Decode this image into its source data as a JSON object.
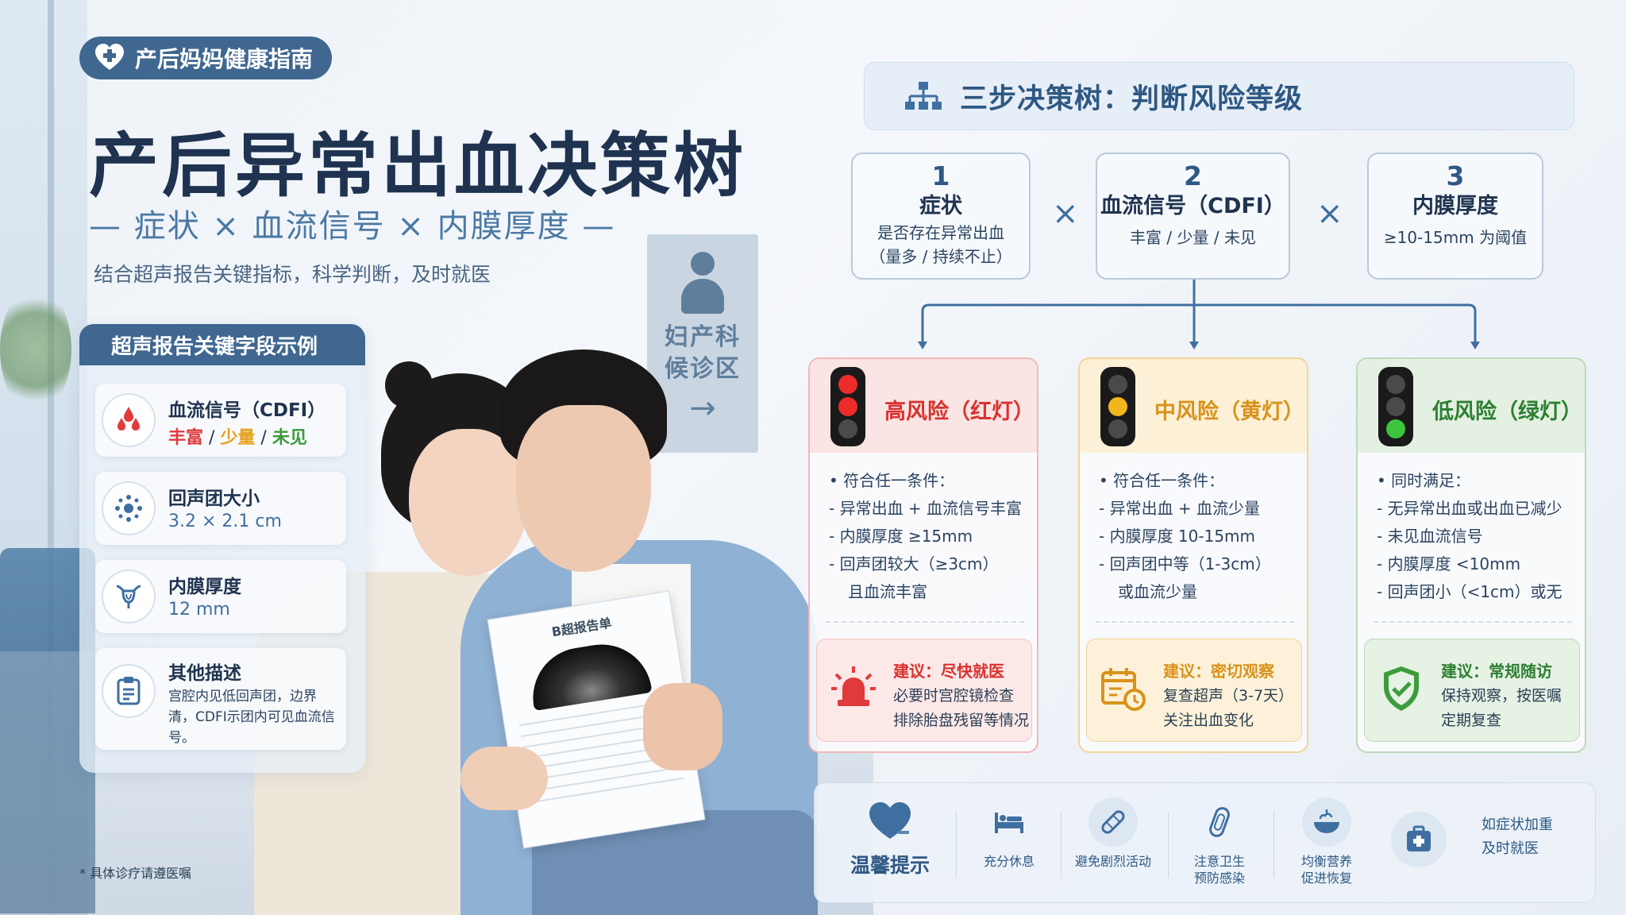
{
  "badge": {
    "label": "产后妈妈健康指南"
  },
  "header": {
    "title": "产后异常出血决策树",
    "subtitle": "— 症状 × 血流信号 × 内膜厚度 —",
    "description": "结合超声报告关键指标，科学判断，及时就医"
  },
  "background": {
    "sign_line1": "妇产科",
    "sign_line2": "候诊区",
    "sign_arrow": "→",
    "report_title": "B超报告单"
  },
  "panel": {
    "title": "超声报告关键字段示例",
    "fields": [
      {
        "label": "血流信号（CDFI）",
        "value_parts": [
          "丰富",
          " / ",
          "少量",
          " / ",
          "未见"
        ],
        "icon": "blood-drops-icon"
      },
      {
        "label": "回声团大小",
        "value": "3.2 × 2.1 cm",
        "icon": "echo-mass-icon"
      },
      {
        "label": "内膜厚度",
        "value": "12 mm",
        "icon": "uterus-icon"
      },
      {
        "label": "其他描述",
        "value": "宫腔内见低回声团，边界清，CDFI示团内可见血流信号。",
        "icon": "clipboard-icon"
      }
    ]
  },
  "footnote": "* 具体诊疗请遵医嘱",
  "tree": {
    "title": "三步决策树：判断风险等级",
    "times": "×",
    "steps": [
      {
        "num": "1",
        "title": "症状",
        "desc1": "是否存在异常出血",
        "desc2": "（量多 / 持续不止）"
      },
      {
        "num": "2",
        "title": "血流信号（CDFI）",
        "desc1": "丰富 / 少量 / 未见",
        "desc2": ""
      },
      {
        "num": "3",
        "title": "内膜厚度",
        "desc1": "≥10-15mm 为阈值",
        "desc2": ""
      }
    ]
  },
  "risks": {
    "high": {
      "title": "高风险（红灯）",
      "cond": [
        "• 符合任一条件：",
        "- 异常出血 + 血流信号丰富",
        "- 内膜厚度 ≥15mm",
        "- 回声团较大（≥3cm）",
        "  且血流丰富"
      ],
      "advice_title": "建议：尽快就医",
      "advice1": "必要时宫腔镜检查",
      "advice2": "排除胎盘残留等情况"
    },
    "mid": {
      "title": "中风险（黄灯）",
      "cond": [
        "• 符合任一条件：",
        "- 异常出血 + 血流少量",
        "- 内膜厚度 10-15mm",
        "- 回声团中等（1-3cm）",
        "  或血流少量"
      ],
      "advice_title": "建议：密切观察",
      "advice1": "复查超声（3-7天）",
      "advice2": "关注出血变化"
    },
    "low": {
      "title": "低风险（绿灯）",
      "cond": [
        "• 同时满足：",
        "- 无异常出血或出血已减少",
        "- 未见血流信号",
        "- 内膜厚度 <10mm",
        "- 回声团小（<1cm）或无"
      ],
      "advice_title": "建议：常规随访",
      "advice1": "保持观察，按医嘱",
      "advice2": "定期复查"
    }
  },
  "tips": {
    "title": "温馨提示",
    "items": [
      {
        "line1": "充分休息",
        "line2": ""
      },
      {
        "line1": "避免剧烈活动",
        "line2": ""
      },
      {
        "line1": "注意卫生",
        "line2": "预防感染"
      },
      {
        "line1": "均衡营养",
        "line2": "促进恢复"
      }
    ],
    "end_line1": "如症状加重",
    "end_line2": "及时就医"
  },
  "colors": {
    "primary": "#3f6790",
    "high": "#d9322f",
    "mid": "#d9921a",
    "low": "#2d7f33"
  }
}
